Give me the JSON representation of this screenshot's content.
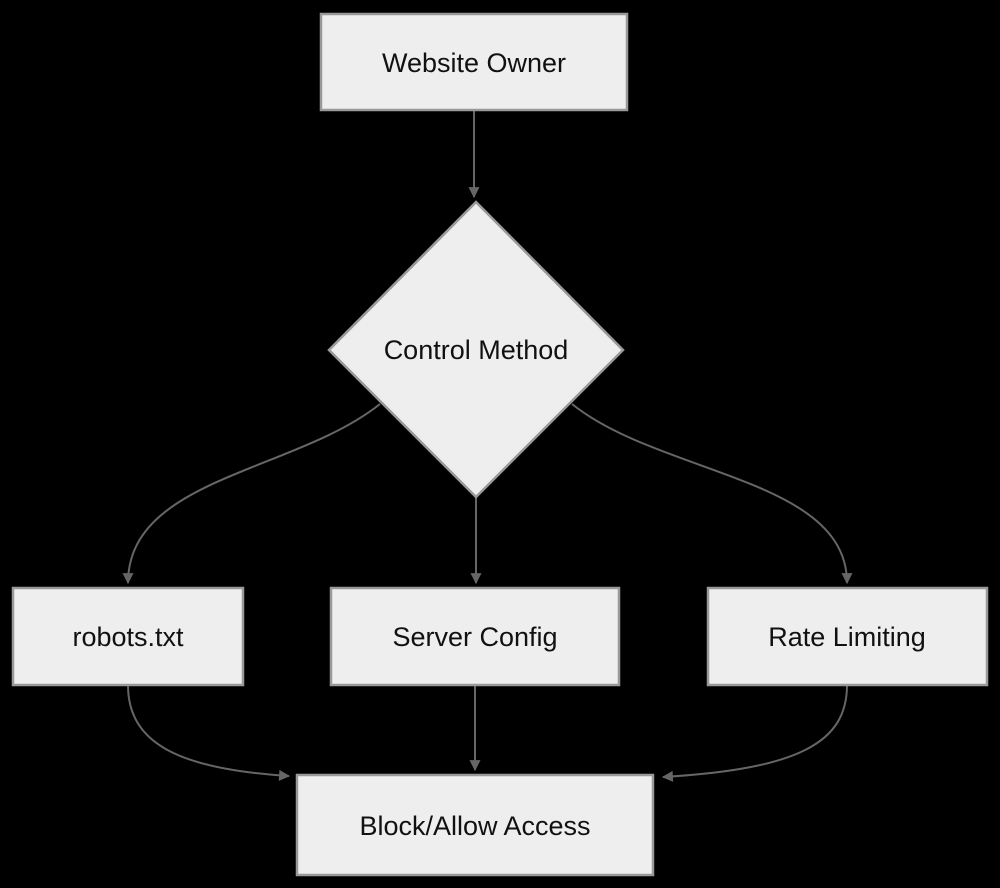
{
  "colors": {
    "background": "#000000",
    "node_fill": "#eeeeee",
    "node_border": "#999999",
    "edge_line": "#666666",
    "arrow_fill": "#666666",
    "text_color": "#111111"
  },
  "diagram": {
    "type": "flowchart",
    "direction": "top-down",
    "nodes": [
      {
        "id": "website-owner",
        "label": "Website Owner",
        "shape": "rectangle"
      },
      {
        "id": "control-method",
        "label": "Control Method",
        "shape": "diamond"
      },
      {
        "id": "robots-txt",
        "label": "robots.txt",
        "shape": "rectangle"
      },
      {
        "id": "server-config",
        "label": "Server Config",
        "shape": "rectangle"
      },
      {
        "id": "rate-limiting",
        "label": "Rate Limiting",
        "shape": "rectangle"
      },
      {
        "id": "block-allow-access",
        "label": "Block/Allow Access",
        "shape": "rectangle"
      }
    ],
    "edges": [
      {
        "from": "website-owner",
        "to": "control-method"
      },
      {
        "from": "control-method",
        "to": "robots-txt"
      },
      {
        "from": "control-method",
        "to": "server-config"
      },
      {
        "from": "control-method",
        "to": "rate-limiting"
      },
      {
        "from": "robots-txt",
        "to": "block-allow-access"
      },
      {
        "from": "server-config",
        "to": "block-allow-access"
      },
      {
        "from": "rate-limiting",
        "to": "block-allow-access"
      }
    ]
  }
}
